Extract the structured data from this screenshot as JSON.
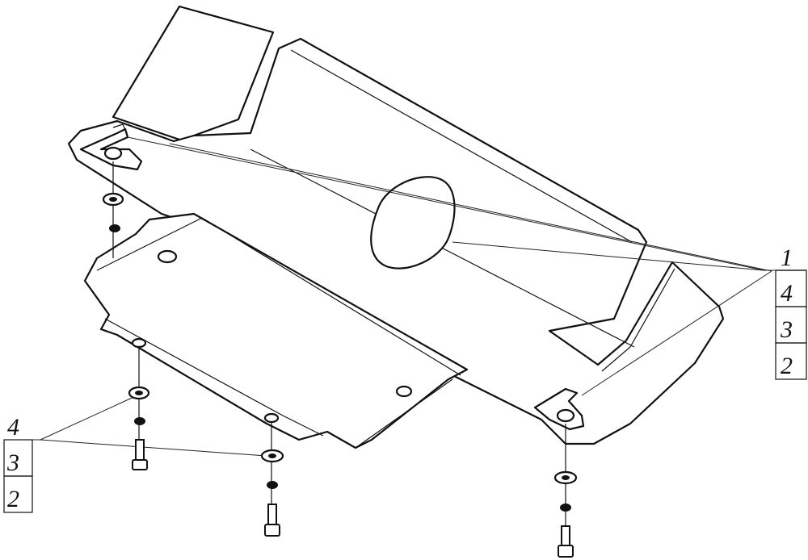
{
  "callouts_right": [
    "1",
    "4",
    "3",
    "2"
  ],
  "callouts_left": [
    "4",
    "3",
    "2"
  ],
  "colors": {
    "line": "#111111",
    "background": "#ffffff"
  }
}
